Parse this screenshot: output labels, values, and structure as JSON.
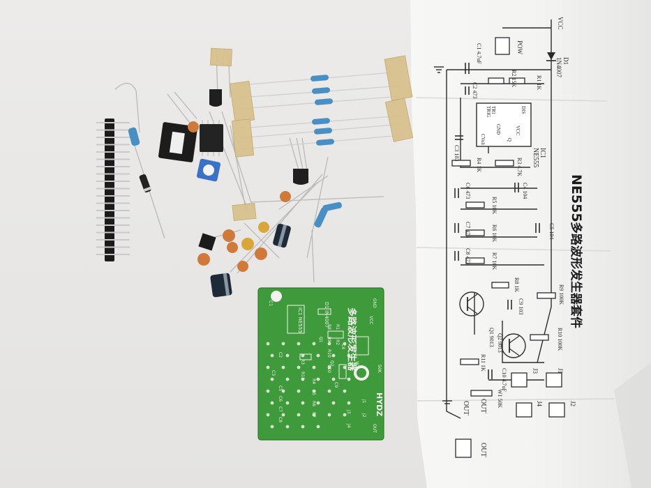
{
  "colors": {
    "table": "#eeedec",
    "paper": "#f6f6f4",
    "pcb": "#3f9a3c",
    "pcb_silk": "#f2f2ee",
    "resistor_body": "#4a8fc4",
    "tape": "#d7be8a",
    "ceramic_cap": "#cf7a3a",
    "electrolytic_cap": "#1e2a38"
  },
  "pcb": {
    "title": "多路波形发生器",
    "brand": "HYDZ",
    "ic": "IC1 NE555",
    "diode": "D1 IN4007",
    "labels": [
      "R1",
      "R2",
      "R3",
      "R4",
      "R5",
      "R6",
      "R7",
      "R8",
      "R9",
      "R10",
      "R11",
      "Q1",
      "Q2",
      "C1",
      "C2",
      "C3",
      "C4",
      "C5",
      "C6",
      "C7",
      "C8",
      "C9",
      "C10",
      "J1",
      "J2",
      "J3",
      "J4",
      "W1",
      "GND",
      "OUT",
      "VCC",
      "50K"
    ]
  },
  "schematic": {
    "title_latin": "NE555",
    "title_cn": "多路波形发生器套件",
    "ic": {
      "ref": "IC1",
      "part": "NE555",
      "pins": [
        "TRI",
        "TRIG",
        "GND",
        "CVolt",
        "DIS",
        "VCC",
        "Q"
      ]
    },
    "power": {
      "ref": "POW",
      "diode_ref": "D1",
      "diode_part": "1N4007",
      "vcc": "VCC"
    },
    "components": [
      {
        "ref": "C1",
        "value": "4.7uF"
      },
      {
        "ref": "R1",
        "value": "1K"
      },
      {
        "ref": "R2",
        "value": "15K"
      },
      {
        "ref": "C2",
        "value": "473"
      },
      {
        "ref": "C3",
        "value": "103"
      },
      {
        "ref": "R3",
        "value": "4.7K"
      },
      {
        "ref": "R4",
        "value": "1K"
      },
      {
        "ref": "C4",
        "value": "104"
      },
      {
        "ref": "C5",
        "value": "104"
      },
      {
        "ref": "C6",
        "value": "473"
      },
      {
        "ref": "R5",
        "value": "10K"
      },
      {
        "ref": "C7",
        "value": "473"
      },
      {
        "ref": "R6",
        "value": "10K"
      },
      {
        "ref": "C8",
        "value": "473"
      },
      {
        "ref": "R7",
        "value": "10K"
      },
      {
        "ref": "R8",
        "value": "1K"
      },
      {
        "ref": "C9",
        "value": "103"
      },
      {
        "ref": "R9",
        "value": "100K"
      },
      {
        "ref": "R10",
        "value": "100K"
      },
      {
        "ref": "R11",
        "value": "1K"
      },
      {
        "ref": "C10",
        "value": "4.7uF"
      },
      {
        "ref": "Q1",
        "value": "9013"
      },
      {
        "ref": "Q2",
        "value": "9013"
      },
      {
        "ref": "W1",
        "value": "50K"
      }
    ],
    "connectors": [
      "J1",
      "J2",
      "J3",
      "J4"
    ],
    "out_label": "OUT"
  }
}
